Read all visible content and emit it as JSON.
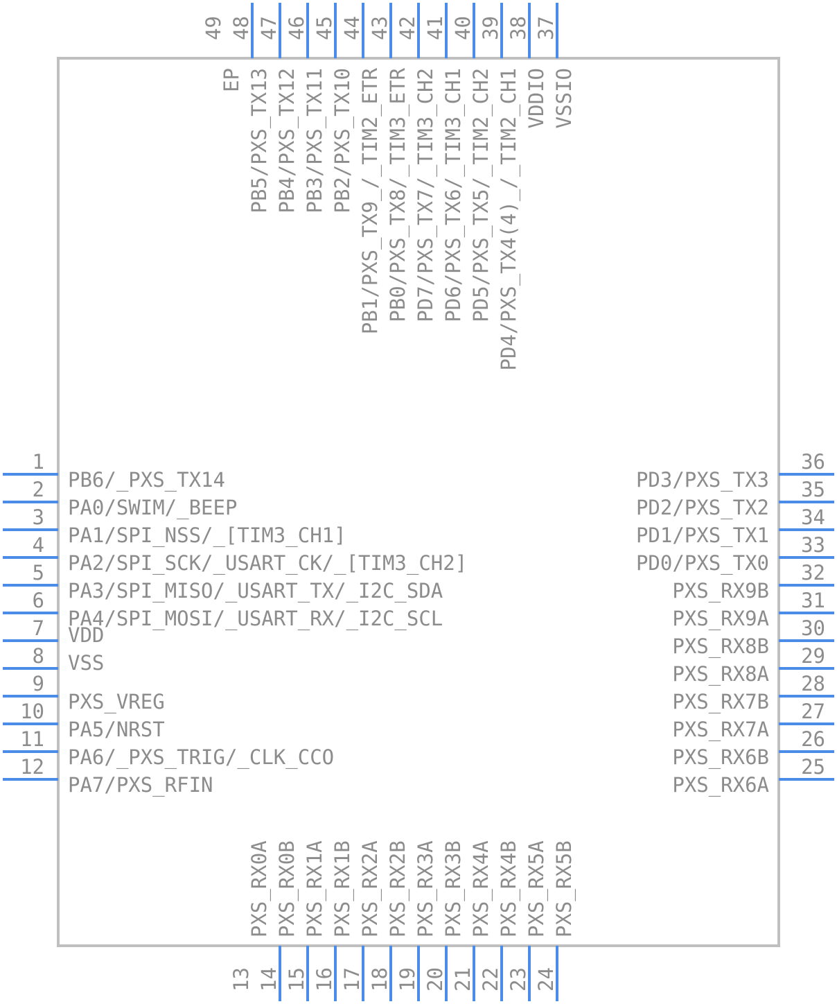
{
  "component": {
    "colors": {
      "pin": "#4a8ce8",
      "body_outline": "#bfbfbf",
      "text": "#8c8c8c"
    },
    "left_pins": [
      {
        "num": "1",
        "name": "PB6/_PXS_TX14"
      },
      {
        "num": "2",
        "name": "PA0/SWIM/_BEEP"
      },
      {
        "num": "3",
        "name": "PA1/SPI_NSS/_[TIM3_CH1]"
      },
      {
        "num": "4",
        "name": "PA2/SPI_SCK/_USART_CK/_[TIM3_CH2]"
      },
      {
        "num": "5",
        "name": "PA3/SPI_MISO/_USART_TX/_I2C_SDA"
      },
      {
        "num": "6",
        "name": "PA4/SPI_MOSI/_USART_RX/_I2C_SCL"
      },
      {
        "num": "7",
        "name": "VDD"
      },
      {
        "num": "8",
        "name": "VSS"
      },
      {
        "num": "9",
        "name": "PXS_VREG"
      },
      {
        "num": "10",
        "name": "PA5/NRST"
      },
      {
        "num": "11",
        "name": "PA6/_PXS_TRIG/_CLK_CCO"
      },
      {
        "num": "12",
        "name": "PA7/PXS_RFIN"
      }
    ],
    "right_pins": [
      {
        "num": "36",
        "name": "PD3/PXS_TX3"
      },
      {
        "num": "35",
        "name": "PD2/PXS_TX2"
      },
      {
        "num": "34",
        "name": "PD1/PXS_TX1"
      },
      {
        "num": "33",
        "name": "PD0/PXS_TX0"
      },
      {
        "num": "32",
        "name": "PXS_RX9B"
      },
      {
        "num": "31",
        "name": "PXS_RX9A"
      },
      {
        "num": "30",
        "name": "PXS_RX8B"
      },
      {
        "num": "29",
        "name": "PXS_RX8A"
      },
      {
        "num": "28",
        "name": "PXS_RX7B"
      },
      {
        "num": "27",
        "name": "PXS_RX7A"
      },
      {
        "num": "26",
        "name": "PXS_RX6B"
      },
      {
        "num": "25",
        "name": "PXS_RX6A"
      }
    ],
    "top_pins": [
      {
        "num": "49",
        "name": "EP"
      },
      {
        "num": "48",
        "name": "PB5/PXS_TX13"
      },
      {
        "num": "47",
        "name": "PB4/PXS_TX12"
      },
      {
        "num": "46",
        "name": "PB3/PXS_TX11"
      },
      {
        "num": "45",
        "name": "PB2/PXS_TX10"
      },
      {
        "num": "44",
        "name": "PB1/PXS_TX9_/_TIM2_ETR"
      },
      {
        "num": "43",
        "name": "PB0/PXS_TX8/_TIM3_ETR"
      },
      {
        "num": "42",
        "name": "PD7/PXS_TX7/_TIM3_CH2"
      },
      {
        "num": "41",
        "name": "PD6/PXS_TX6/_TIM3_CH1"
      },
      {
        "num": "40",
        "name": "PD5/PXS_TX5/_TIM2_CH2"
      },
      {
        "num": "39",
        "name": "PD4/PXS_TX4(4)_/_TIM2_CH1"
      },
      {
        "num": "38",
        "name": "VDDIO"
      },
      {
        "num": "37",
        "name": "VSSIO"
      }
    ],
    "bottom_pins": [
      {
        "num": "13",
        "name": "PXS_RX0A"
      },
      {
        "num": "14",
        "name": "PXS_RX0B"
      },
      {
        "num": "15",
        "name": "PXS_RX1A"
      },
      {
        "num": "16",
        "name": "PXS_RX1B"
      },
      {
        "num": "17",
        "name": "PXS_RX2A"
      },
      {
        "num": "18",
        "name": "PXS_RX2B"
      },
      {
        "num": "19",
        "name": "PXS_RX3A"
      },
      {
        "num": "20",
        "name": "PXS_RX3B"
      },
      {
        "num": "21",
        "name": "PXS_RX4A"
      },
      {
        "num": "22",
        "name": "PXS_RX4B"
      },
      {
        "num": "23",
        "name": "PXS_RX5A"
      },
      {
        "num": "24",
        "name": "PXS_RX5B"
      }
    ]
  }
}
